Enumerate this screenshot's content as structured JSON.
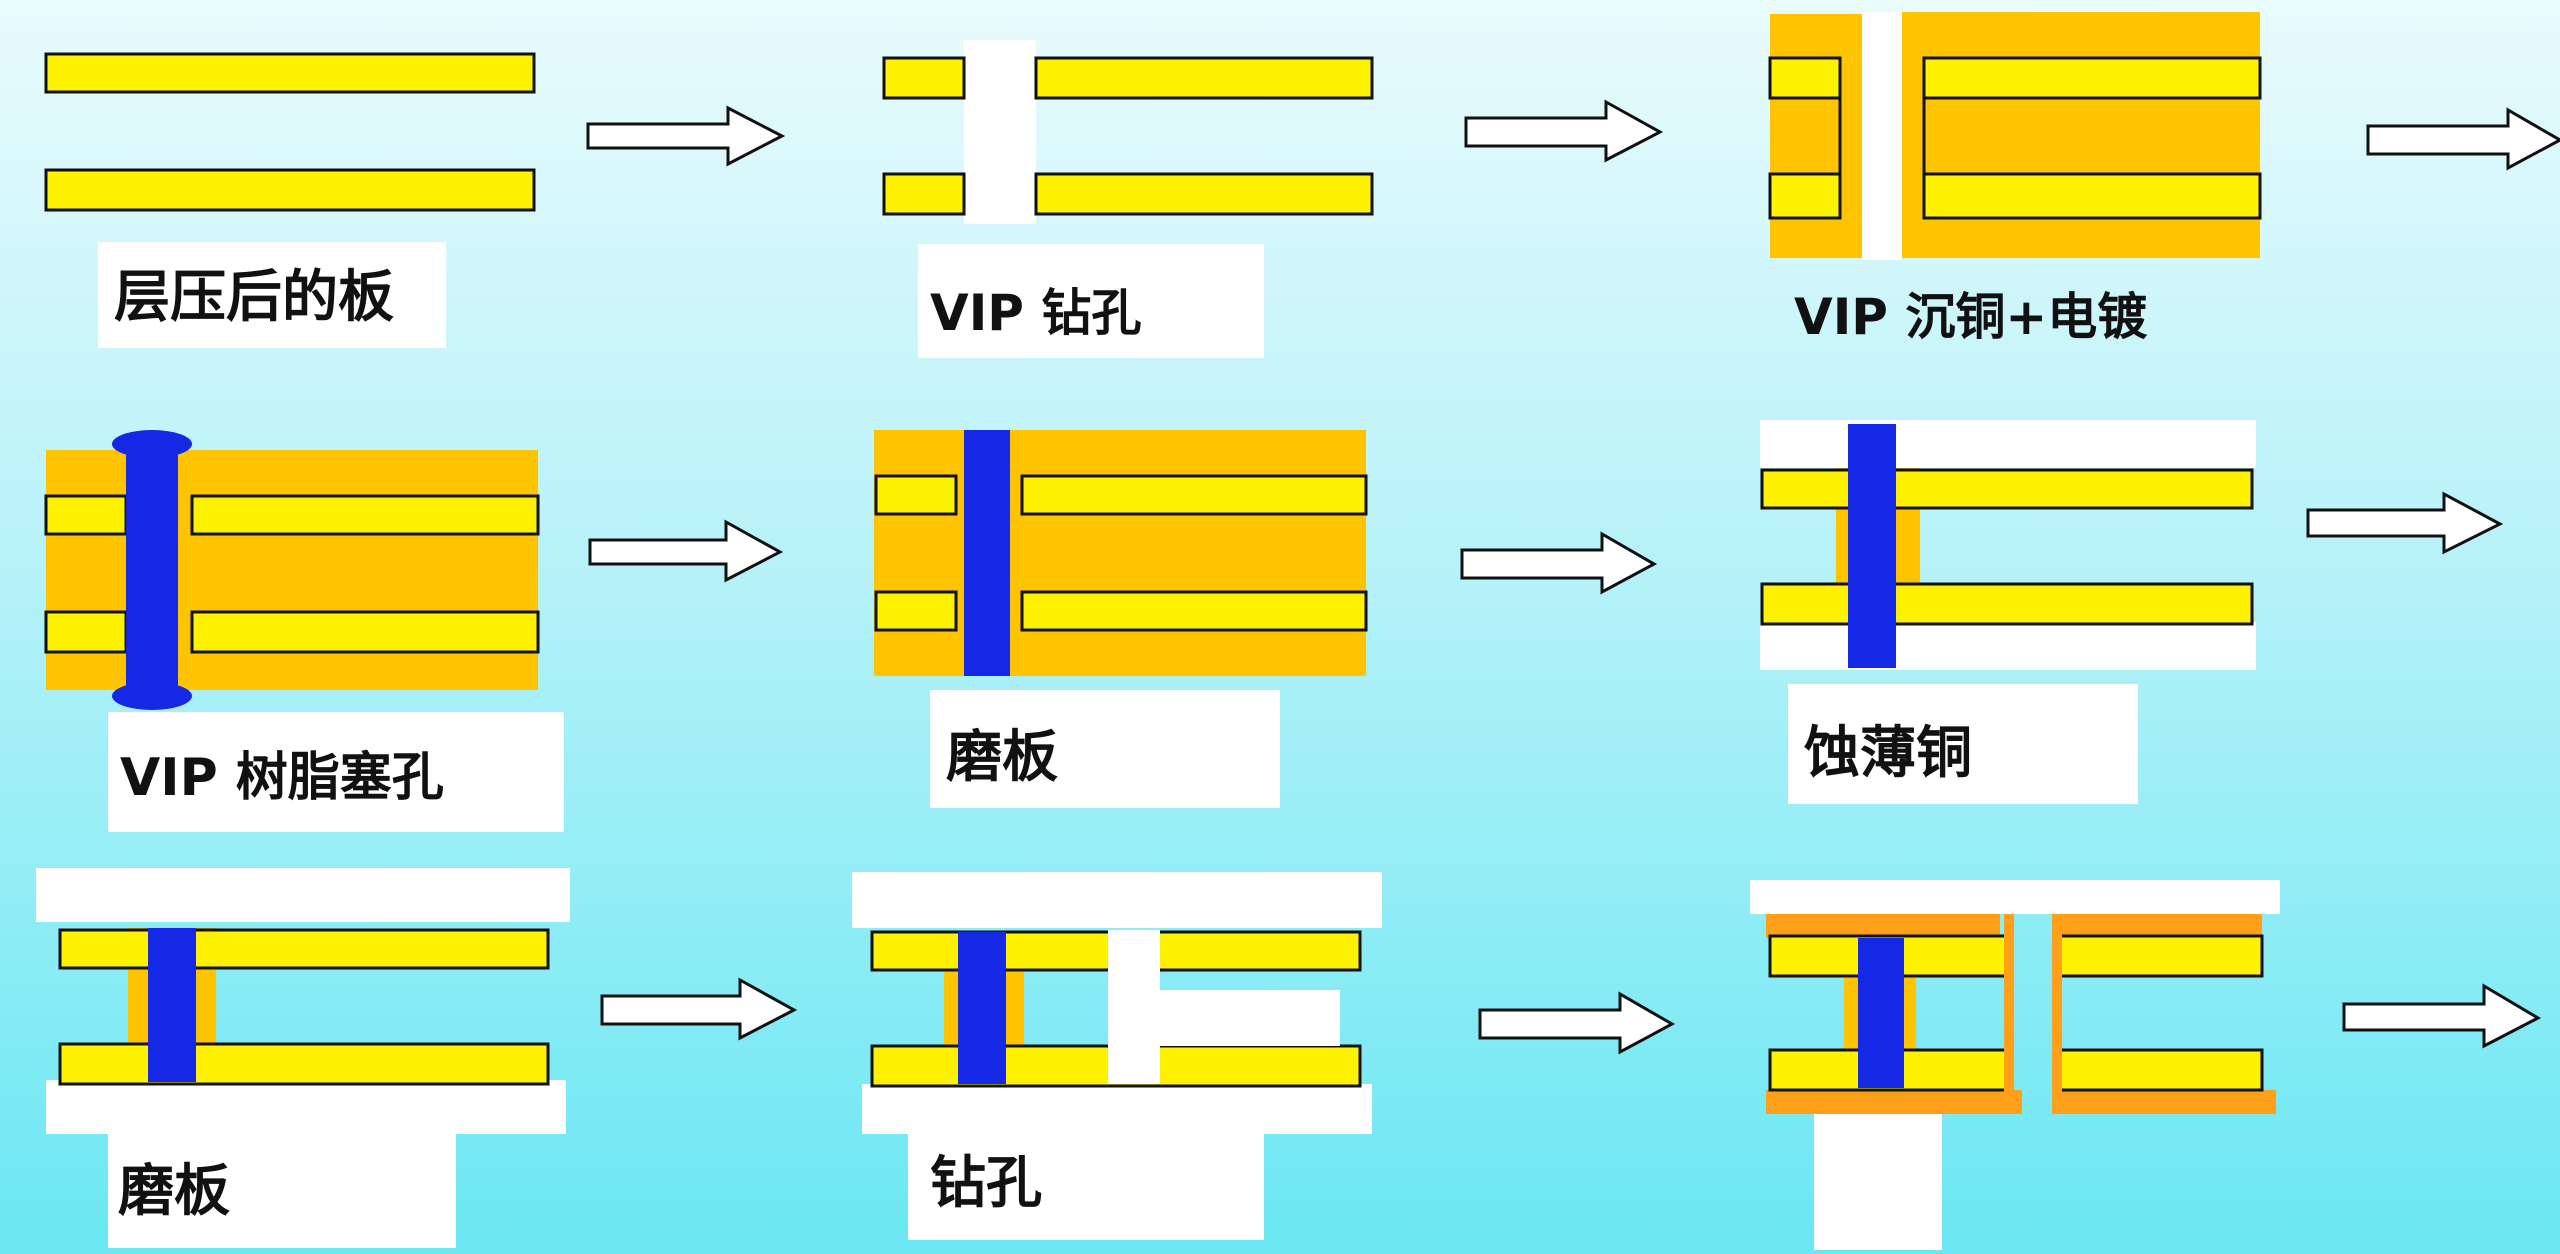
{
  "colors": {
    "copper_foil": "#fff200",
    "plated_copper": "#ffc400",
    "final_plating": "#ff9f1a",
    "resin_plug": "#1428e6",
    "dry_film": "#ffffff",
    "outline": "#111111",
    "arrow_fill": "#ffffff"
  },
  "steps": [
    {
      "caption": "层压后的板"
    },
    {
      "caption": "VIP 钻孔"
    },
    {
      "caption": "VIP 沉铜+电镀"
    },
    {
      "caption": "VIP 树脂塞孔"
    },
    {
      "caption": "磨板"
    },
    {
      "caption": "蚀薄铜"
    },
    {
      "caption": "磨板"
    },
    {
      "caption": "钻孔"
    },
    {
      "caption": ""
    }
  ],
  "arrows": [
    {
      "icon": "right-arrow-icon"
    },
    {
      "icon": "right-arrow-icon"
    },
    {
      "icon": "right-arrow-icon"
    },
    {
      "icon": "right-arrow-icon"
    },
    {
      "icon": "right-arrow-icon"
    },
    {
      "icon": "right-arrow-icon"
    },
    {
      "icon": "right-arrow-icon"
    },
    {
      "icon": "right-arrow-icon"
    },
    {
      "icon": "right-arrow-icon"
    }
  ]
}
